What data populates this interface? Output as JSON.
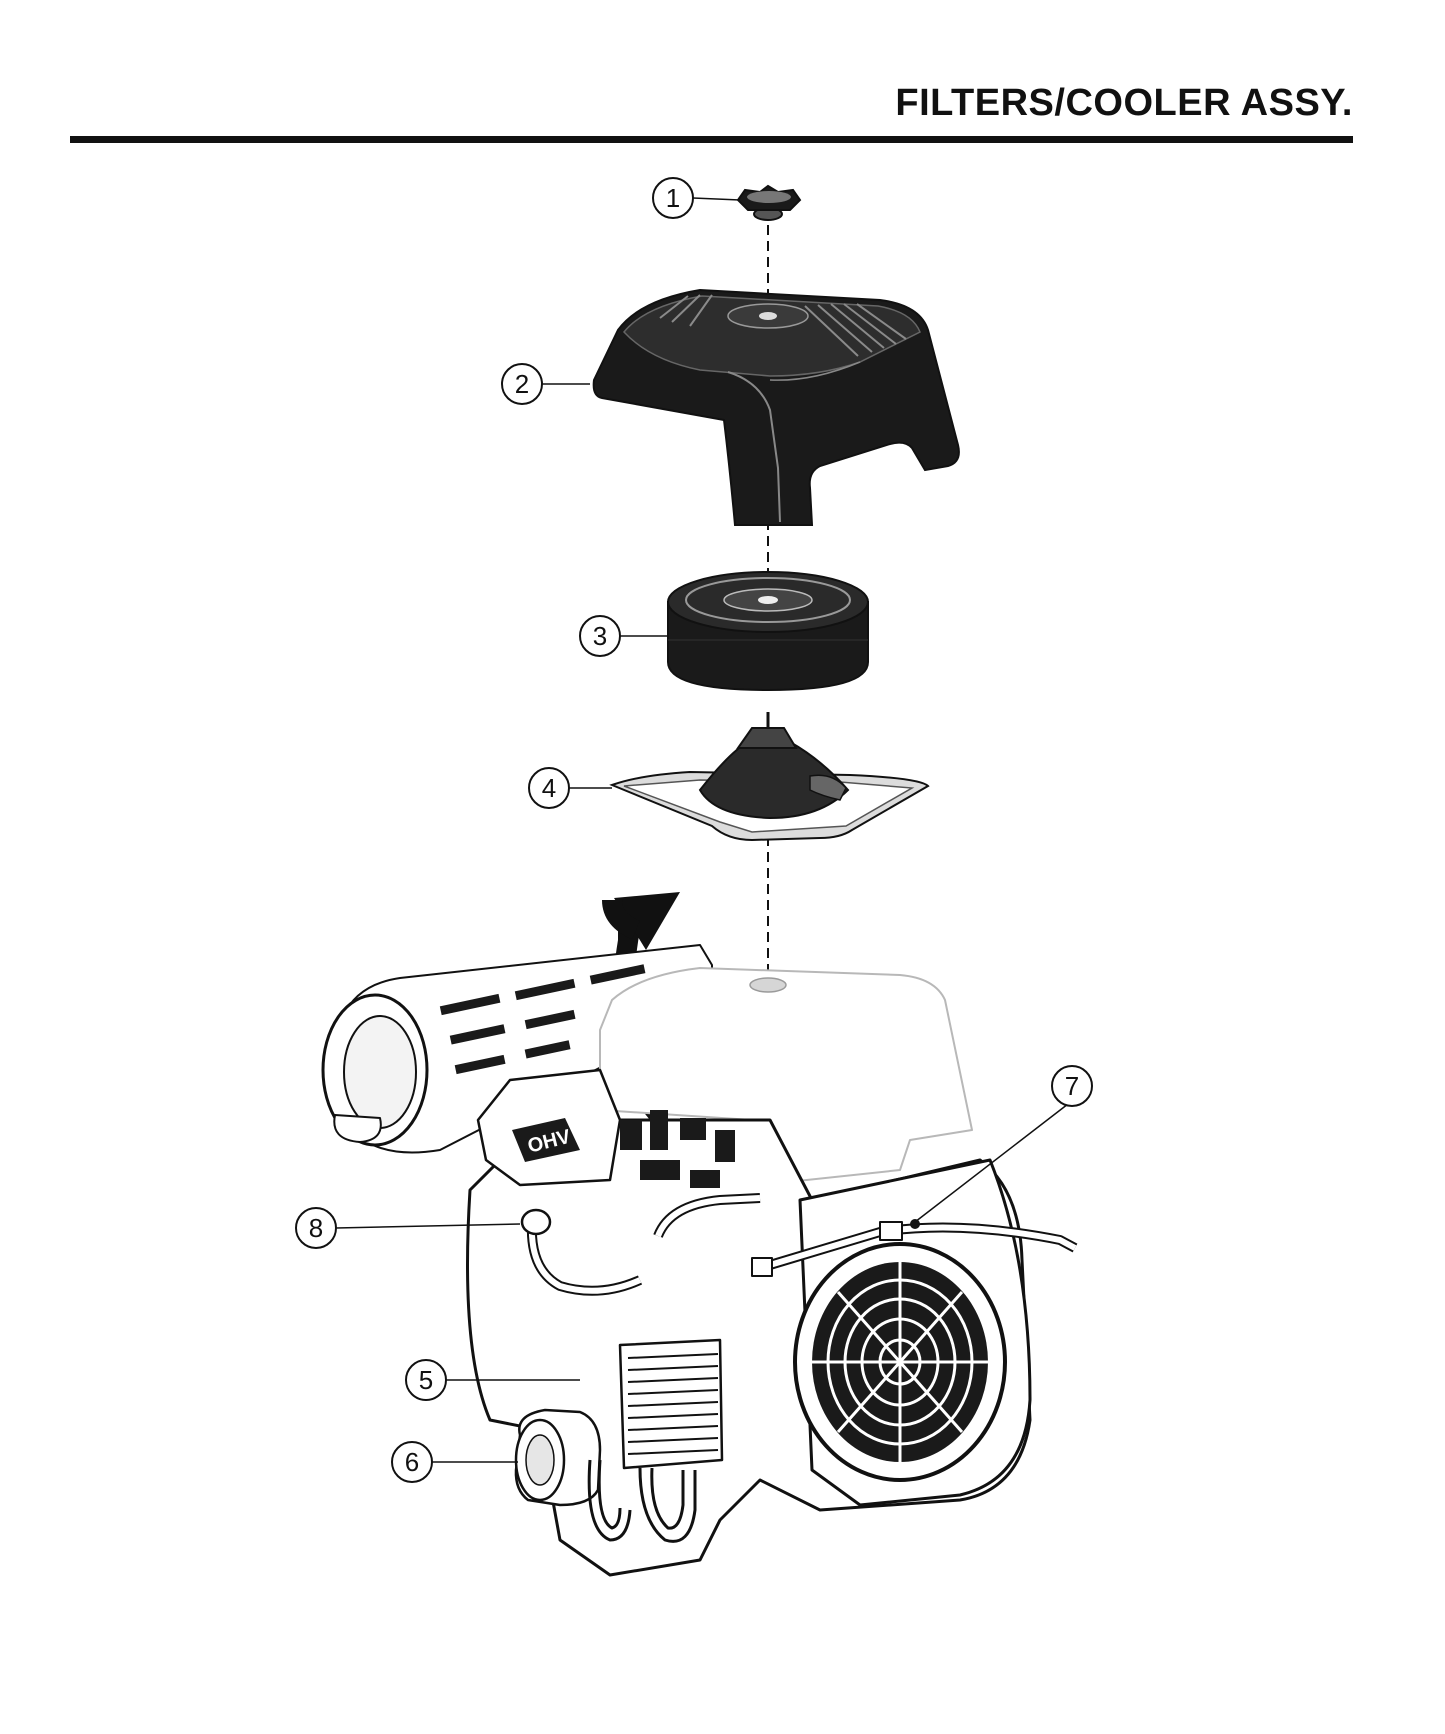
{
  "header": {
    "title": "FILTERS/COOLER ASSY."
  },
  "diagram": {
    "callouts": [
      {
        "id": "1",
        "label": "1",
        "part": "knob-icon"
      },
      {
        "id": "2",
        "label": "2",
        "part": "air-cleaner-cover-icon"
      },
      {
        "id": "3",
        "label": "3",
        "part": "air-filter-element-icon"
      },
      {
        "id": "4",
        "label": "4",
        "part": "air-cleaner-base-icon"
      },
      {
        "id": "5",
        "label": "5",
        "part": "oil-cooler-icon"
      },
      {
        "id": "6",
        "label": "6",
        "part": "oil-filter-icon"
      },
      {
        "id": "7",
        "label": "7",
        "part": "hose-fitting-icon"
      },
      {
        "id": "8",
        "label": "8",
        "part": "breather-hose-icon"
      }
    ],
    "engine_label": "OHV",
    "colors": {
      "ink": "#111111",
      "ghost": "#b8b8b8",
      "fill_dark": "#1a1a1a",
      "fill_mid": "#7a7a7a"
    }
  }
}
